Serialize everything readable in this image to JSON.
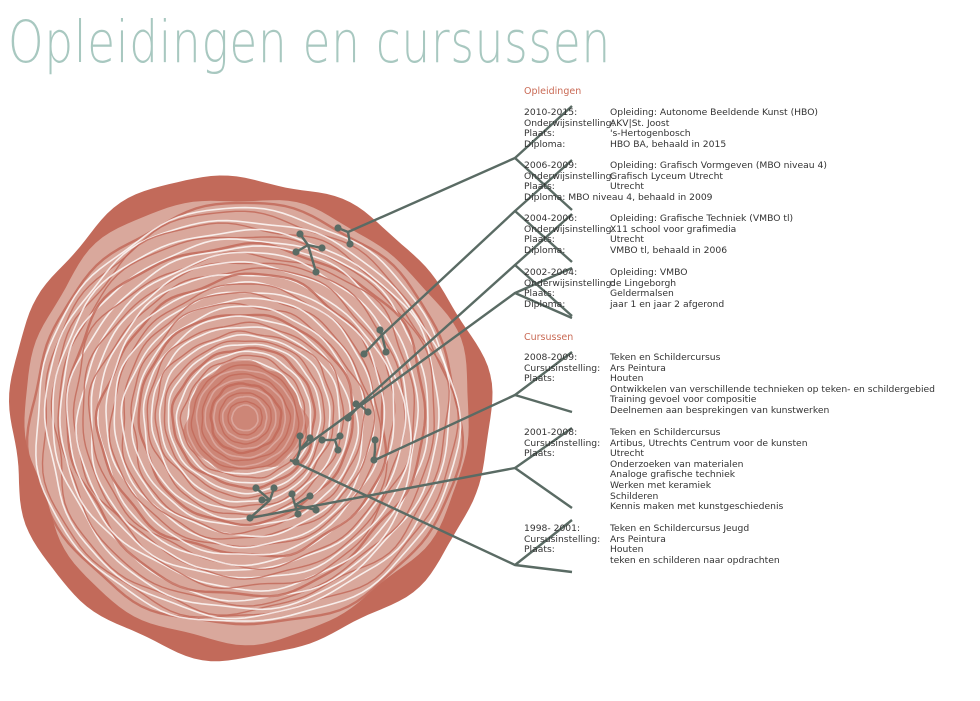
{
  "title": "Opleidingen en cursussen",
  "colors": {
    "trunk": "#c26a5a",
    "ring": "#ffffff",
    "branch": "#5a6b64",
    "title": "#a8c8c0",
    "heading": "#c96a55"
  },
  "opleidingen": {
    "heading": "Opleidingen",
    "entries": [
      {
        "rows": [
          {
            "k": "2010-2015:",
            "v": "Opleiding: Autonome Beeldende Kunst (HBO)"
          },
          {
            "k": "Onderwijsinstelling:",
            "v": "AKV|St. Joost"
          },
          {
            "k": "Plaats:",
            "v": "'s-Hertogenbosch"
          },
          {
            "k": "Diploma:",
            "v": "HBO BA, behaald in 2015"
          }
        ]
      },
      {
        "rows": [
          {
            "k": "2006-2009:",
            "v": "Opleiding: Grafisch Vormgeven (MBO niveau 4)"
          },
          {
            "k": "Onderwijsinstelling:",
            "v": "Grafisch Lyceum Utrecht"
          },
          {
            "k": "Plaats:",
            "v": "Utrecht"
          },
          {
            "k": "Diploma: MBO niveau 4, behaald in 2009",
            "v": ""
          }
        ]
      },
      {
        "rows": [
          {
            "k": "2004-2006:",
            "v": "Opleiding: Grafische Techniek (VMBO tl)"
          },
          {
            "k": "Onderwijsinstelling:",
            "v": "X11 school voor grafimedia"
          },
          {
            "k": "Plaats:",
            "v": "Utrecht"
          },
          {
            "k": "Diploma:",
            "v": "VMBO tl, behaald in 2006"
          }
        ]
      },
      {
        "rows": [
          {
            "k": "2002-2004:",
            "v": "Opleiding: VMBO"
          },
          {
            "k": "Onderwijsinstelling:",
            "v": "de Lingeborgh"
          },
          {
            "k": "Plaats:",
            "v": "Geldermalsen"
          },
          {
            "k": "Diploma:",
            "v": "jaar 1 en jaar 2 afgerond"
          }
        ]
      }
    ]
  },
  "cursussen": {
    "heading": "Cursussen",
    "entries": [
      {
        "rows": [
          {
            "k": "2008-2009:",
            "v": "Teken en Schildercursus"
          },
          {
            "k": "Cursusinstelling:",
            "v": "Ars Peintura"
          },
          {
            "k": "Plaats:",
            "v": "Houten"
          },
          {
            "k": "",
            "v": "Ontwikkelen van verschillende technieken op teken- en schildergebied"
          },
          {
            "k": "",
            "v": "Training gevoel voor compositie"
          },
          {
            "k": "",
            "v": "Deelnemen aan besprekingen van kunstwerken"
          }
        ]
      },
      {
        "rows": [
          {
            "k": "2001-2008:",
            "v": "Teken en Schildercursus"
          },
          {
            "k": "Cursusinstelling:",
            "v": "Artibus, Utrechts Centrum voor de kunsten"
          },
          {
            "k": "Plaats:",
            "v": "Utrecht"
          },
          {
            "k": "",
            "v": "Onderzoeken van materialen"
          },
          {
            "k": "",
            "v": "Analoge grafische techniek"
          },
          {
            "k": "",
            "v": "Werken met keramiek"
          },
          {
            "k": "",
            "v": "Schilderen"
          },
          {
            "k": "",
            "v": "Kennis maken met kunstgeschiedenis"
          }
        ]
      },
      {
        "rows": [
          {
            "k": "1998- 2001:",
            "v": "Teken en Schildercursus Jeugd"
          },
          {
            "k": "Cursusinstelling:",
            "v": "Ars Peintura"
          },
          {
            "k": "Plaats:",
            "v": "Houten"
          },
          {
            "k": "",
            "v": "teken en schilderen naar opdrachten"
          }
        ]
      }
    ]
  }
}
